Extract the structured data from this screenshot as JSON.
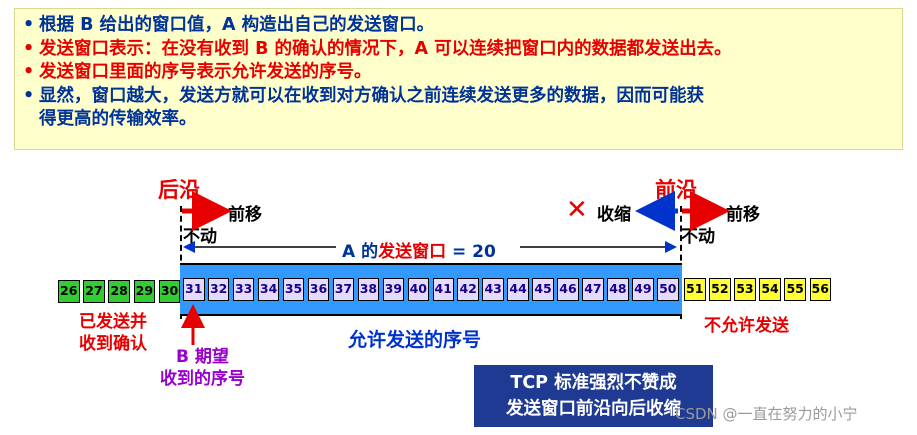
{
  "notes": [
    {
      "prefix": "根据 B 给出的窗口值，A 构造出自己的发送窗口。",
      "body": "",
      "color": "blue"
    },
    {
      "prefix": "发送窗口表示：",
      "body": "在没有收到 B 的确认的情况下，A 可以连续把窗口内的数据都发送出去。",
      "color": "red"
    },
    {
      "prefix": "发送窗口里面的序号表示允许发送的序号。",
      "body": "",
      "color": "red"
    },
    {
      "prefix": "显然，窗口越大，发送方就可以在收到对方确认之前连续发送更多的数据，因而可能获",
      "body": "得更高的传输效率。",
      "color": "blue"
    }
  ],
  "bullet": "•",
  "labels": {
    "trailing_edge": "后沿",
    "leading_edge": "前沿",
    "move_forward_left": "前移",
    "move_forward_right": "前移",
    "shrink": "收缩",
    "not_move_left": "不动",
    "not_move_right": "不动",
    "window_prefix": "A 的",
    "window_mid": "发送窗口",
    "window_suffix": " = 20",
    "sent_acked_1": "已发送并",
    "sent_acked_2": "收到确认",
    "allowed_to_send": "允许发送的序号",
    "b_expect_1": "B 期望",
    "b_expect_2": "收到的序号",
    "not_allowed": "不允许发送",
    "tcp_note_1": "TCP 标准强烈不赞成",
    "tcp_note_2": "发送窗口前沿向后收缩",
    "cross_mark": "✕",
    "watermark": "CSDN @一直在努力的小宁"
  },
  "sequence": {
    "acked": [
      "26",
      "27",
      "28",
      "29",
      "30"
    ],
    "window": [
      "31",
      "32",
      "33",
      "34",
      "35",
      "36",
      "37",
      "38",
      "39",
      "40",
      "41",
      "42",
      "43",
      "44",
      "45",
      "46",
      "47",
      "48",
      "49",
      "50"
    ],
    "not_allowed": [
      "51",
      "52",
      "53",
      "54",
      "55",
      "56"
    ]
  },
  "colors": {
    "red": "#e60000",
    "blue": "#003399",
    "purple": "#9900cc",
    "window": "#3399ff",
    "tcp_box": "#1f3a93"
  }
}
